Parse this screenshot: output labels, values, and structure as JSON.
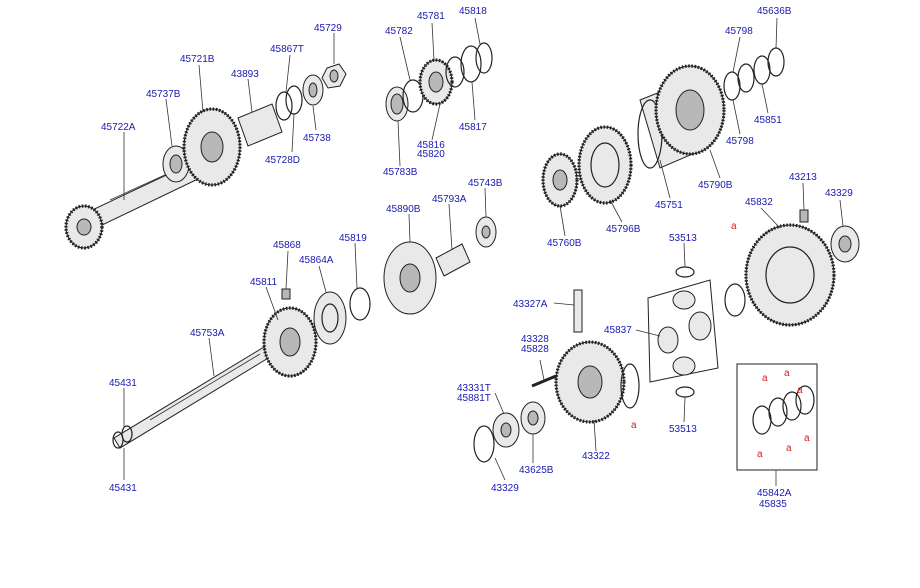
{
  "labels": {
    "p45729": "45729",
    "p45721B": "45721B",
    "p45867T": "45867T",
    "p45737B": "45737B",
    "p43893": "43893",
    "p45722A": "45722A",
    "p45738": "45738",
    "p45728D": "45728D",
    "p45781": "45781",
    "p45818": "45818",
    "p45782": "45782",
    "p45816": "45816",
    "p45820": "45820",
    "p45817": "45817",
    "p45783B": "45783B",
    "p45636B": "45636B",
    "p45798a": "45798",
    "p45798b": "45798",
    "p45851": "45851",
    "p45790B": "45790B",
    "p45751": "45751",
    "p45796B": "45796B",
    "p45760B": "45760B",
    "p45743B": "45743B",
    "p45793A": "45793A",
    "p45890B": "45890B",
    "p45819": "45819",
    "p45868": "45868",
    "p45864A": "45864A",
    "p45811": "45811",
    "p45753A": "45753A",
    "p45431a": "45431",
    "p45431b": "45431",
    "p53513a": "53513",
    "p53513b": "53513",
    "p43327A": "43327A",
    "p45837": "45837",
    "p43328": "43328",
    "p45828": "45828",
    "p43331T": "43331T",
    "p45881T": "45881T",
    "p43329a": "43329",
    "p43329b": "43329",
    "p43625B": "43625B",
    "p43322": "43322",
    "p45832": "45832",
    "p43213": "43213",
    "p45842A": "45842A",
    "p45835": "45835"
  },
  "refs": {
    "r1": "a",
    "r2": "a",
    "r3": "a",
    "r4": "a",
    "r5": "a",
    "r6": "a",
    "r7": "a",
    "r8": "a"
  }
}
